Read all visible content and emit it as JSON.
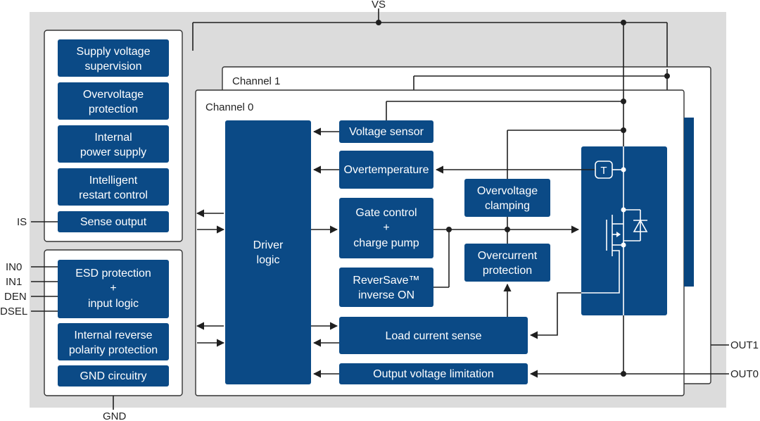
{
  "pins": {
    "vs": "VS",
    "is": "IS",
    "in0": "IN0",
    "in1": "IN1",
    "den": "DEN",
    "dsel": "DSEL",
    "gnd": "GND",
    "out1": "OUT1",
    "out0": "OUT0"
  },
  "channels": {
    "ch1": "Channel 1",
    "ch0": "Channel 0"
  },
  "left_top_blocks": {
    "supply_l1": "Supply voltage",
    "supply_l2": "supervision",
    "ov_l1": "Overvoltage",
    "ov_l2": "protection",
    "ips_l1": "Internal",
    "ips_l2": "power supply",
    "irc_l1": "Intelligent",
    "irc_l2": "restart control",
    "sense": "Sense output"
  },
  "left_bottom_blocks": {
    "esd_l1": "ESD protection",
    "esd_l2": "+",
    "esd_l3": "input logic",
    "irp_l1": "Internal reverse",
    "irp_l2": "polarity protection",
    "gnd": "GND circuitry"
  },
  "channel_blocks": {
    "driver_l1": "Driver",
    "driver_l2": "logic",
    "voltage_sensor": "Voltage sensor",
    "overtemp": "Overtemperature",
    "gate_l1": "Gate control",
    "gate_l2": "+",
    "gate_l3": "charge pump",
    "rev_l1": "ReverSave™",
    "rev_l2": "inverse ON",
    "ovc_l1": "Overvoltage",
    "ovc_l2": "clamping",
    "occ_l1": "Overcurrent",
    "occ_l2": "protection",
    "lcs": "Load current sense",
    "ovl": "Output voltage limitation",
    "temp_t": "T"
  }
}
